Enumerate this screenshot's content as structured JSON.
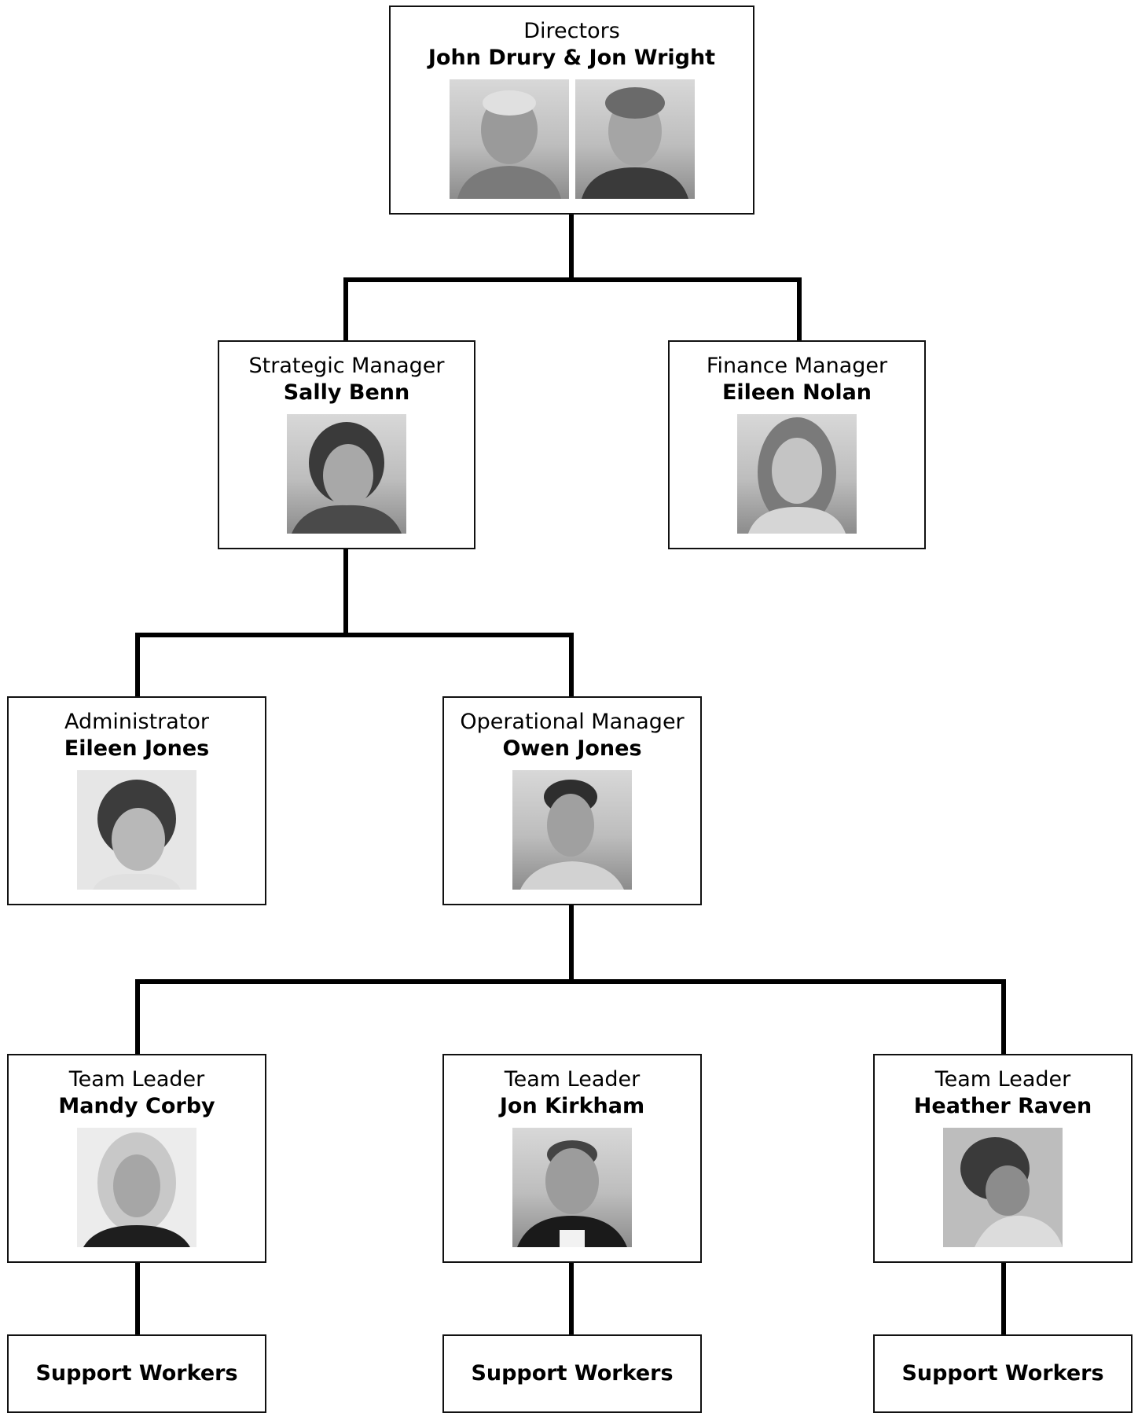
{
  "directors": {
    "role": "Directors",
    "name": "John Drury & Jon Wright",
    "photos": [
      "person-photo",
      "person-photo"
    ]
  },
  "strategic": {
    "role": "Strategic Manager",
    "name": "Sally Benn"
  },
  "finance": {
    "role": "Finance Manager",
    "name": "Eileen Nolan"
  },
  "administrator": {
    "role": "Administrator",
    "name": "Eileen Jones"
  },
  "operational": {
    "role": "Operational Manager",
    "name": "Owen Jones"
  },
  "team_leaders": [
    {
      "role": "Team Leader",
      "name": "Mandy Corby"
    },
    {
      "role": "Team Leader",
      "name": "Jon Kirkham"
    },
    {
      "role": "Team Leader",
      "name": "Heather Raven"
    }
  ],
  "support_workers": [
    "Support Workers",
    "Support Workers",
    "Support Workers"
  ]
}
